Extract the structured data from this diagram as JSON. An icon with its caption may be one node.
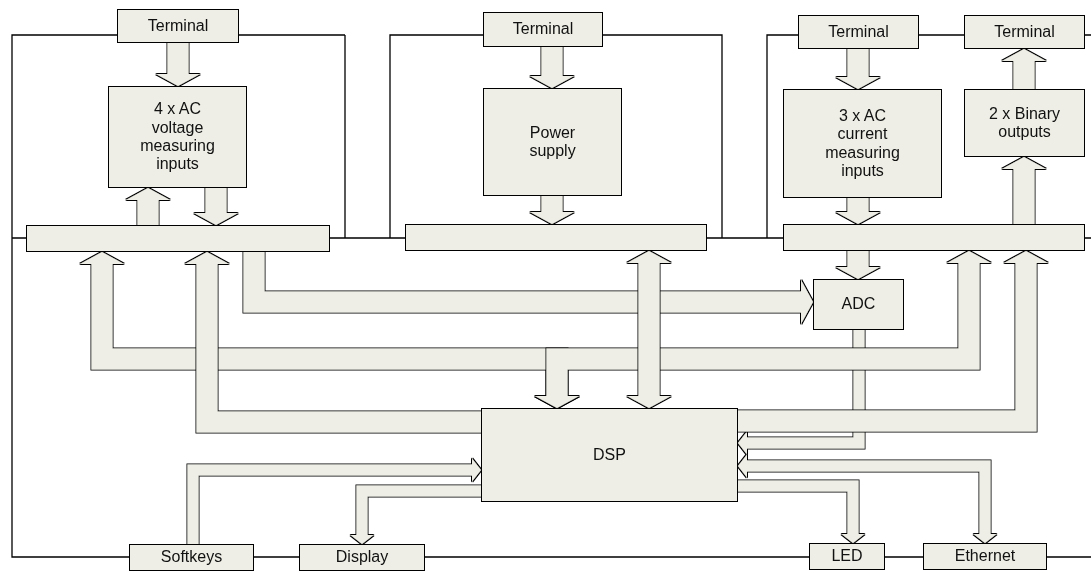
{
  "diagram": {
    "nodes": [
      {
        "text": [
          "Terminal"
        ]
      },
      {
        "text": [
          "4 x AC voltage measuring inputs"
        ]
      },
      {
        "text": [],
        "shape": "bar"
      },
      {
        "text": [
          "Terminal"
        ]
      },
      {
        "text": [
          "Power supply"
        ]
      },
      {
        "text": [],
        "shape": "bar"
      },
      {
        "text": [
          "Terminal"
        ]
      },
      {
        "text": [
          "3 x AC current measuring inputs"
        ]
      },
      {
        "text": [
          "Terminal"
        ]
      },
      {
        "text": [
          "2 x Binary outputs"
        ]
      },
      {
        "text": [],
        "shape": "bar"
      },
      {
        "text": [
          "ADC"
        ]
      },
      {
        "text": [
          "DSP"
        ]
      },
      {
        "text": [
          "Softkeys"
        ]
      },
      {
        "text": [
          "Display"
        ]
      },
      {
        "text": [
          "LED"
        ]
      },
      {
        "text": [
          "Ethernet"
        ]
      }
    ],
    "edges": [
      {
        "from": 0,
        "to": 1,
        "arrow": "to"
      },
      {
        "from": 2,
        "to": 1,
        "arrow": "to"
      },
      {
        "from": 1,
        "to": 2,
        "arrow": "to"
      },
      {
        "from": 3,
        "to": 4,
        "arrow": "to"
      },
      {
        "from": 4,
        "to": 5,
        "arrow": "to"
      },
      {
        "from": 6,
        "to": 7,
        "arrow": "to"
      },
      {
        "from": 9,
        "to": 8,
        "arrow": "to"
      },
      {
        "from": 7,
        "to": 10,
        "arrow": "to"
      },
      {
        "from": 10,
        "to": 9,
        "arrow": "to"
      },
      {
        "from": 10,
        "to": 11,
        "arrow": "to"
      },
      {
        "from": 2,
        "to": 11,
        "arrow": "to"
      },
      {
        "from": 11,
        "to": 12,
        "arrow": "to"
      },
      {
        "from": 12,
        "to": 2,
        "arrow": "both"
      },
      {
        "from": 12,
        "to": 10,
        "arrow": "both"
      },
      {
        "from": 12,
        "to": 2,
        "arrow": "to"
      },
      {
        "from": 5,
        "to": 12,
        "arrow": "both"
      },
      {
        "from": 12,
        "to": 10,
        "arrow": "to"
      },
      {
        "from": 16,
        "to": 12,
        "arrow": "both"
      },
      {
        "from": 12,
        "to": 15,
        "arrow": "to"
      },
      {
        "from": 13,
        "to": 12,
        "arrow": "to"
      },
      {
        "from": 12,
        "to": 14,
        "arrow": "to"
      }
    ]
  }
}
